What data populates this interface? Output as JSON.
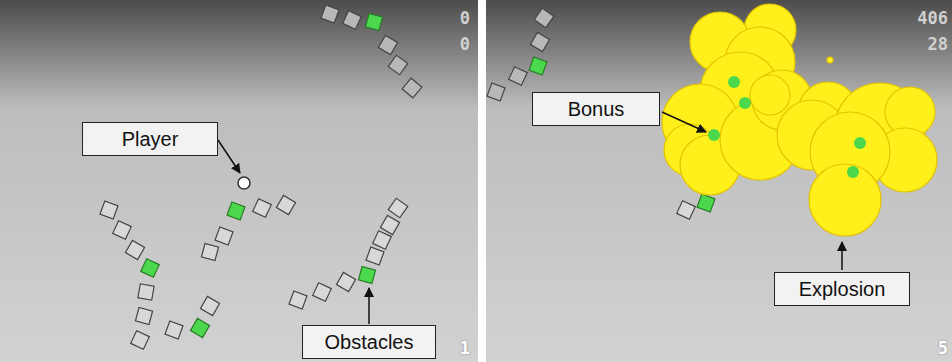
{
  "diagram": {
    "nodes": [
      {
        "text": [
          "Player"
        ]
      },
      {
        "text": [
          "Obstacles"
        ]
      },
      {
        "text": [
          "Bonus"
        ]
      },
      {
        "text": [
          "Explosion"
        ]
      }
    ],
    "labels": [
      "0",
      "0",
      "1",
      "406",
      "28",
      "5"
    ]
  }
}
